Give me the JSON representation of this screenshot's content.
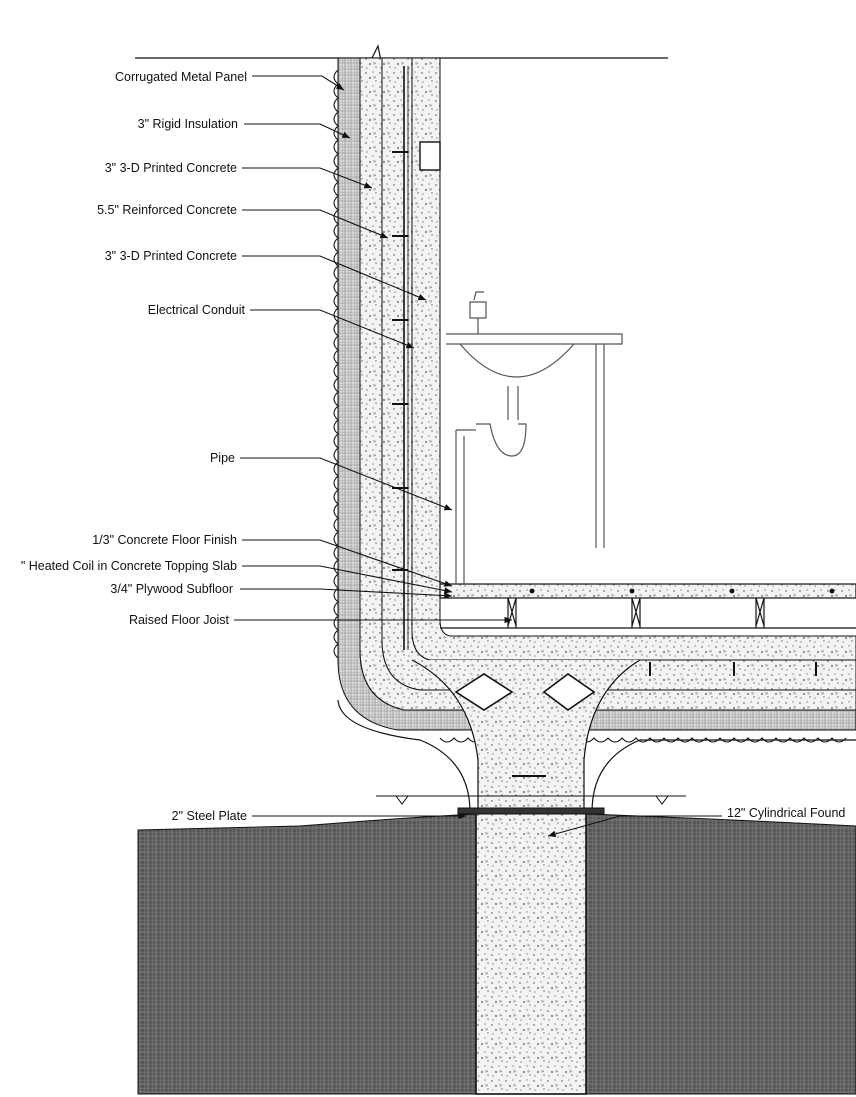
{
  "labels": {
    "corrugated_metal_panel": "Corrugated Metal Panel",
    "rigid_insulation": "3\" Rigid Insulation",
    "printed_concrete_outer": "3\" 3-D Printed Concrete",
    "reinforced_concrete": "5.5\" Reinforced Concrete",
    "printed_concrete_inner": "3\" 3-D Printed Concrete",
    "electrical_conduit": "Electrical Conduit",
    "pipe": "Pipe",
    "floor_finish": "1/3\" Concrete Floor Finish",
    "heated_coil": "\" Heated Coil in Concrete Topping Slab",
    "plywood_subfloor": "3/4\" Plywood Subfloor",
    "raised_floor_joist": "Raised Floor Joist",
    "steel_plate": "2\" Steel Plate",
    "cylindrical_foundation": "12\" Cylindrical Found"
  },
  "colors": {
    "line": "#111111",
    "ground": "#555555",
    "concrete_fill": "#efefef",
    "insulation": "#bdbdbd"
  }
}
